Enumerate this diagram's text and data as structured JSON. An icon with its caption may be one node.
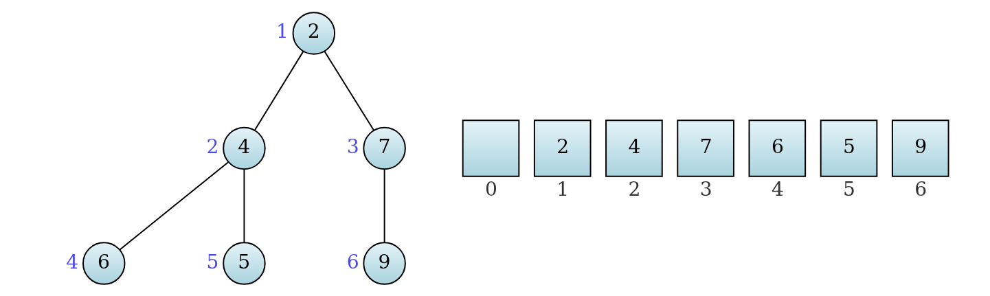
{
  "diagram": {
    "nodes": [
      {
        "text": [
          "2"
        ],
        "beside": [
          "1"
        ]
      },
      {
        "text": [
          "4"
        ],
        "beside": [
          "2"
        ]
      },
      {
        "text": [
          "7"
        ],
        "beside": [
          "3"
        ]
      },
      {
        "text": [
          "6"
        ],
        "beside": [
          "4"
        ]
      },
      {
        "text": [
          "5"
        ],
        "beside": [
          "5"
        ]
      },
      {
        "text": [
          "9"
        ],
        "beside": [
          "6"
        ]
      },
      {
        "text": [],
        "shape": "box",
        "beside": [
          "0"
        ]
      },
      {
        "text": [
          "2"
        ],
        "beside": [
          "1"
        ]
      },
      {
        "text": [
          "4"
        ],
        "beside": [
          "2"
        ]
      },
      {
        "text": [
          "7"
        ],
        "beside": [
          "3"
        ]
      },
      {
        "text": [
          "6"
        ],
        "beside": [
          "4"
        ]
      },
      {
        "text": [
          "5"
        ],
        "beside": [
          "5"
        ]
      },
      {
        "text": [
          "9"
        ],
        "beside": [
          "6"
        ]
      }
    ],
    "edges": [
      {
        "from": 0,
        "to": 1,
        "arrow": "none"
      },
      {
        "from": 0,
        "to": 2,
        "arrow": "none"
      },
      {
        "from": 1,
        "to": 3,
        "arrow": "none"
      },
      {
        "from": 1,
        "to": 4,
        "arrow": "none"
      },
      {
        "from": 2,
        "to": 5,
        "arrow": "none"
      }
    ]
  }
}
